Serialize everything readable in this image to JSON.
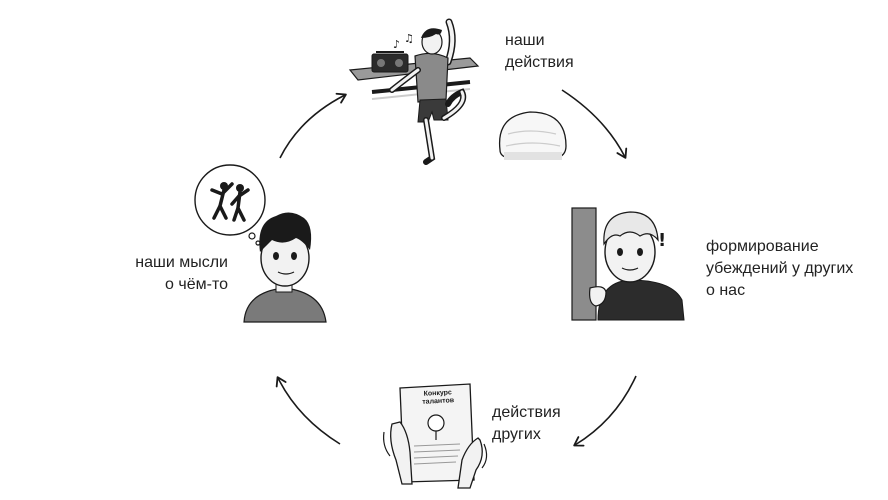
{
  "steps": {
    "our_actions": {
      "line1": "наши",
      "line2": "действия"
    },
    "beliefs": {
      "line1": "формирование",
      "line2": "убеждений у других",
      "line3": "о нас"
    },
    "others_actions": {
      "line1": "действия",
      "line2": "других"
    },
    "our_thoughts": {
      "line1": "наши мысли",
      "line2": "о чём-то"
    }
  },
  "poster": {
    "line1": "Конкурс",
    "line2": "талантов"
  },
  "colors": {
    "ink": "#1a1a1a",
    "wall": "#8c8c8c",
    "shirt": "#7a7a7a",
    "skin": "#f2f2f2"
  }
}
